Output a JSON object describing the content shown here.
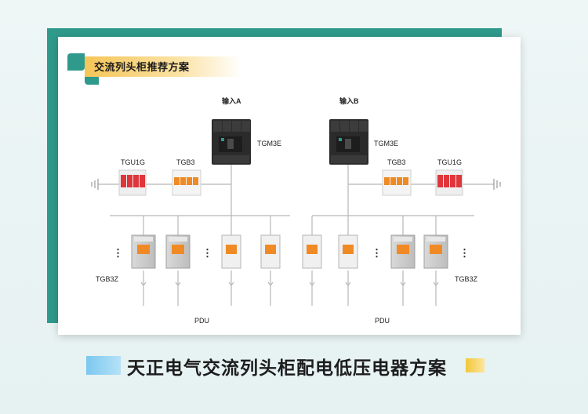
{
  "card": {
    "title": "交流列头柜推荐方案"
  },
  "diagram": {
    "input_a": "输入A",
    "input_b": "输入B",
    "main_breaker_a": "TGM3E",
    "main_breaker_b": "TGM3E",
    "spd_left": "TGU1G",
    "spd_right": "TGU1G",
    "mcb_left": "TGB3",
    "mcb_right": "TGB3",
    "branch_left": "TGB3Z",
    "branch_right": "TGB3Z",
    "pdu_left": "PDU",
    "pdu_right": "PDU",
    "ellipsis": "⋮"
  },
  "caption": {
    "text": "天正电气交流列头柜配电低压电器方案"
  },
  "colors": {
    "teal": "#2f9a8b",
    "accent_yellow": "#f1c73b",
    "accent_blue": "#7cc8f0",
    "spd_red": "#e0353b",
    "breaker_orange": "#f08a24"
  }
}
